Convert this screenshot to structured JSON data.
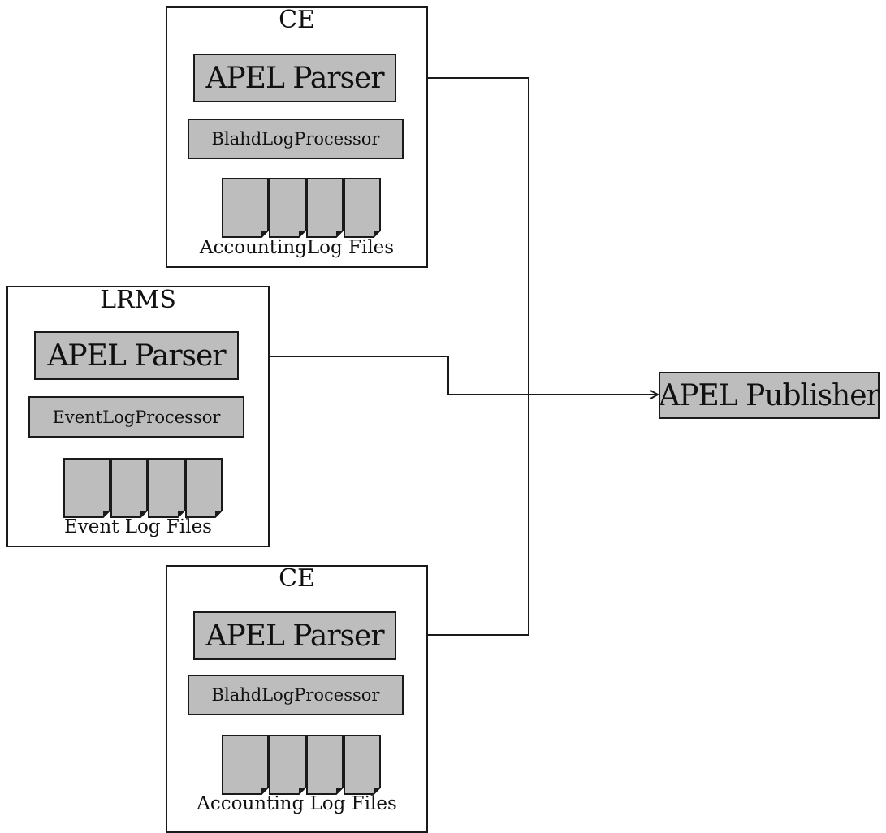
{
  "groups": {
    "ce_top": {
      "title": "CE",
      "parser_label": "APEL Parser",
      "processor_label": "BlahdLogProcessor",
      "files_label": "AccountingLog Files"
    },
    "lrms": {
      "title": "LRMS",
      "parser_label": "APEL Parser",
      "processor_label": "EventLogProcessor",
      "files_label": "Event Log Files"
    },
    "ce_bottom": {
      "title": "CE",
      "parser_label": "APEL Parser",
      "processor_label": "BlahdLogProcessor",
      "files_label": "Accounting Log Files"
    }
  },
  "publisher": {
    "label": "APEL Publisher"
  },
  "colors": {
    "box_fill": "#bdbdbd",
    "stroke": "#1a1a1a",
    "background": "#ffffff"
  }
}
